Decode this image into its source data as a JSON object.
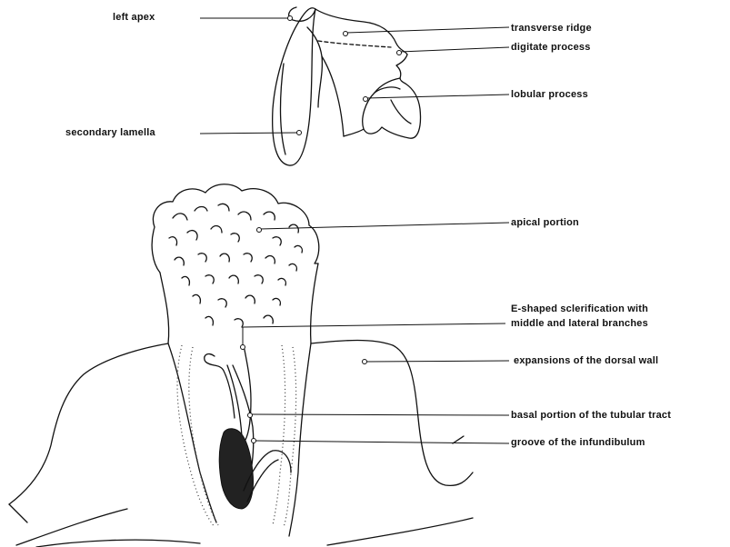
{
  "labels": {
    "left_apex": "left apex",
    "secondary_lamella": "secondary lamella",
    "transverse_ridge": "transverse ridge",
    "digitate_process": "digitate process",
    "lobular_process": "lobular process",
    "apical_portion": "apical portion",
    "e_shaped_line1": "E-shaped sclerification with",
    "e_shaped_line2": "middle and lateral branches",
    "expansions": "expansions of the dorsal wall",
    "basal_portion": "basal portion of the tubular tract",
    "groove": "groove of the infundibulum"
  }
}
